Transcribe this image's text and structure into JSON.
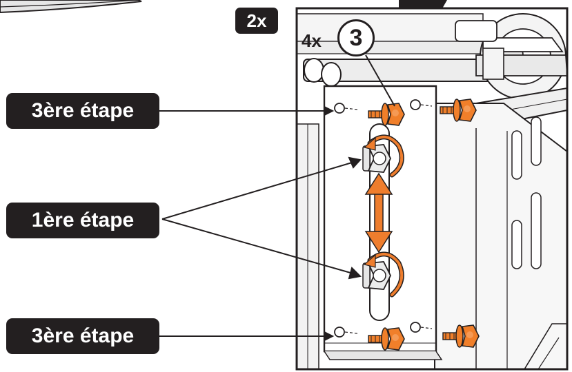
{
  "labels": {
    "step_top": "3ère étape",
    "step_middle": "1ère étape",
    "step_bottom": "3ère étape",
    "multiplier_2x": "2x",
    "multiplier_4x": "4x",
    "part_number": "3"
  },
  "colors": {
    "accent_orange": "#f07f2a",
    "arrow_orange": "#ee7d2d",
    "outline": "#231f20",
    "fill_light_gray": "#e6e6e6",
    "background": "#ffffff"
  },
  "icons": {
    "bolt": "hex-flange-bolt",
    "nut": "hex-nut",
    "rotate": "curved-rotate-arrow",
    "adjust": "double-headed-vertical-arrow"
  }
}
